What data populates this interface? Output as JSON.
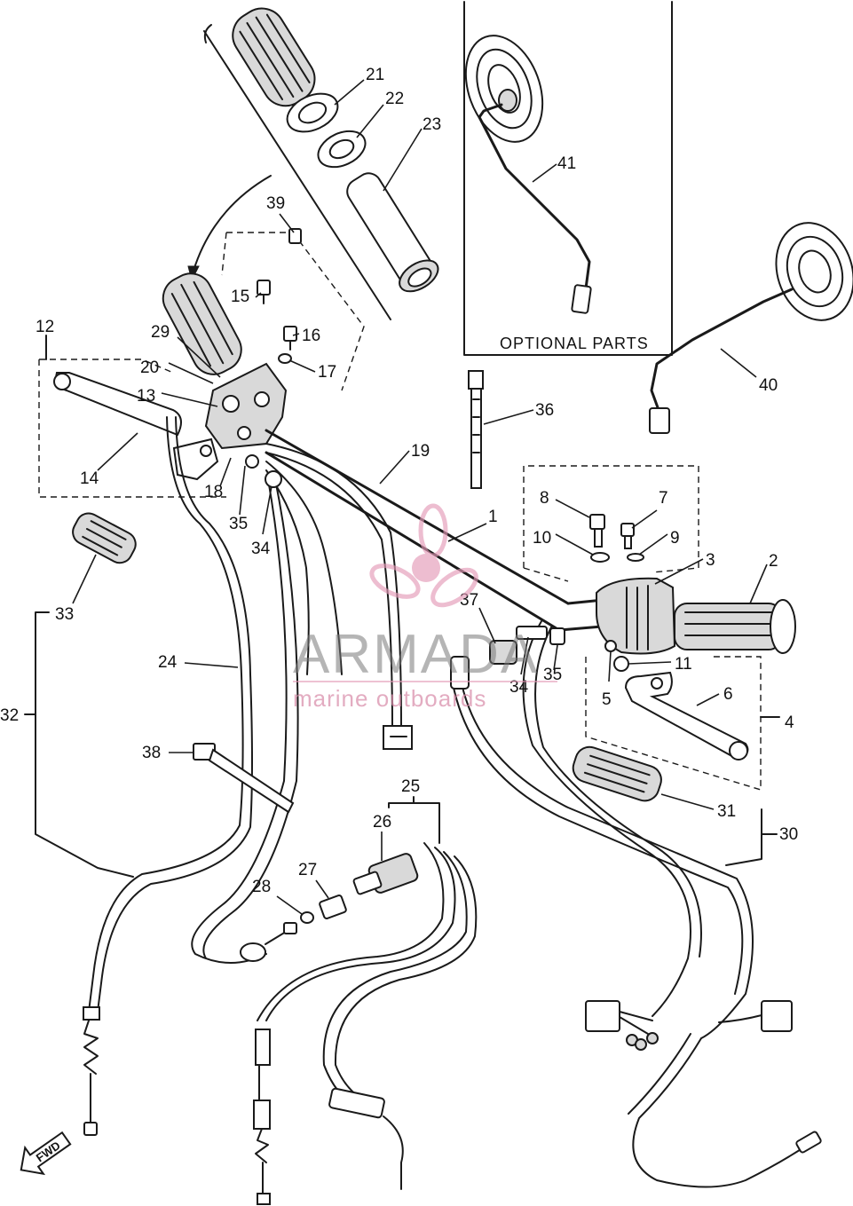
{
  "optional_parts_label": "OPTIONAL PARTS",
  "fwd_label": "FWD",
  "watermark": {
    "brand": "ARMADA",
    "tagline": "marine outboards",
    "color": "#e49ab7"
  },
  "callouts": [
    "1",
    "2",
    "3",
    "4",
    "5",
    "6",
    "7",
    "8",
    "9",
    "10",
    "11",
    "12",
    "13",
    "14",
    "15",
    "16",
    "17",
    "18",
    "19",
    "20",
    "21",
    "22",
    "23",
    "24",
    "25",
    "26",
    "27",
    "28",
    "29",
    "30",
    "31",
    "32",
    "33",
    "34",
    "35",
    "36",
    "37",
    "38",
    "39",
    "40",
    "41",
    "34",
    "35"
  ]
}
